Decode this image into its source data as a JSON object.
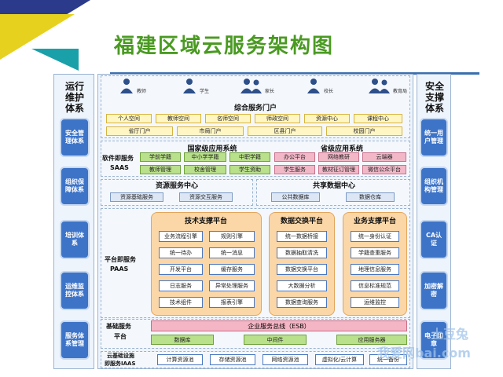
{
  "title": "福建区域云服务架构图",
  "left_side": {
    "title": "运行维护体系",
    "items": [
      "安全管理体系",
      "组织保障体系",
      "培训体系",
      "运维监控体系",
      "服务体系管理"
    ]
  },
  "right_side": {
    "title": "安全支撑体系",
    "items": [
      "统一用户管理",
      "组织机构管理",
      "CA认证",
      "加密解密",
      "电子印章"
    ]
  },
  "roles": [
    "教师",
    "学生",
    "家长",
    "校长",
    "教育局"
  ],
  "portal": {
    "title": "综合服务门户",
    "row1": [
      "个人空间",
      "教师空间",
      "名师空间",
      "师政空间",
      "资源中心",
      "课程中心"
    ],
    "row2": [
      "省厅门户",
      "市局门户",
      "区县门户",
      "校园门户"
    ]
  },
  "saas": {
    "label_line1": "软件即服务",
    "label_line2": "SAAS",
    "national_title": "国家级应用系统",
    "provincial_title": "省级应用系统",
    "national_row1": [
      "学前学籍",
      "中小学学籍",
      "中职学籍"
    ],
    "national_row2": [
      "教师管理",
      "校舍管理",
      "学生资助"
    ],
    "provincial_row1": [
      "办公平台",
      "网络教研",
      "云端器"
    ],
    "provincial_row2": [
      "学生服务",
      "教材征订管理",
      "微信公众平台"
    ]
  },
  "resource_center": {
    "title": "资源服务中心",
    "items": [
      "资源基础服务",
      "资源交互服务"
    ]
  },
  "shared_center": {
    "title": "共享数据中心",
    "items": [
      "公共数据库",
      "数据仓库"
    ]
  },
  "paas": {
    "label_line1": "平台即服务",
    "label_line2": "PAAS",
    "tech": {
      "title": "技术支撑平台",
      "col1": [
        "业务流程引擎",
        "统一待办",
        "开发平台",
        "日志服务",
        "技术组件"
      ],
      "col2": [
        "规则引擎",
        "统一消息",
        "缓存服务",
        "异常处理服务",
        "报表引擎"
      ]
    },
    "exchange": {
      "title": "数据交换平台",
      "items": [
        "统一数据桥接",
        "数据抽取清洗",
        "数据交换平台",
        "大数据分析",
        "数据查询服务"
      ]
    },
    "business": {
      "title": "业务支撑平台",
      "items": [
        "统一身份认证",
        "学籍查重服务",
        "地理信息服务",
        "信息标准规范",
        "运维监控"
      ]
    }
  },
  "base": {
    "label_line1": "基础服务",
    "label_line2": "平台",
    "esb": "企业服务总线（ESB）",
    "items": [
      "数据库",
      "中间件",
      "应用服务器"
    ]
  },
  "iaas": {
    "label_line1": "云基础设施",
    "label_line2": "即服务IAAS",
    "items": [
      "计算资源池",
      "存储资源池",
      "网络资源池",
      "虚拟化/云计算",
      "统一备份"
    ]
  },
  "watermark": {
    "line1": "土豆兔",
    "line2": "我爱网bai.com"
  }
}
